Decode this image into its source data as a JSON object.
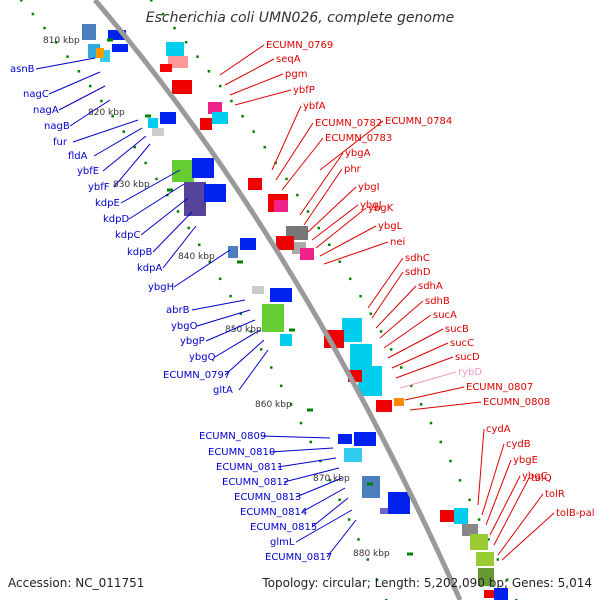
{
  "title": "Escherichia coli UMN026, complete genome",
  "footer": {
    "accession": "Accession: NC_011751",
    "summary": "Topology: circular; Length: 5,202,090 bp; Genes: 5,014"
  },
  "colors": {
    "backbone": "#9a9a9a",
    "left_label": "#0000cc",
    "right_label": "#dd0000",
    "pseudo_label": "#ee99bb",
    "kbp_tick": "#008000"
  },
  "scale_labels": [
    "810 kbp",
    "820 kbp",
    "830 kbp",
    "840 kbp",
    "850 kbp",
    "860 kbp",
    "870 kbp",
    "880 kbp"
  ],
  "left_genes": [
    "asnB",
    "nagC",
    "nagA",
    "nagB",
    "fur",
    "fldA",
    "ybfE",
    "ybfF",
    "kdpE",
    "kdpD",
    "kdpC",
    "kdpB",
    "kdpA",
    "ybgH",
    "abrB",
    "ybgO",
    "ybgP",
    "ybgQ",
    "ECUMN_0797",
    "gltA",
    "ECUMN_0809",
    "ECUMN_0810",
    "ECUMN_0811",
    "ECUMN_0812",
    "ECUMN_0813",
    "ECUMN_0814",
    "ECUMN_0815",
    "glmL",
    "ECUMN_0817"
  ],
  "right_genes": [
    "ECUMN_0769",
    "seqA",
    "pgm",
    "ybfP",
    "ybfA",
    "ECUMN_0782",
    "ECUMN_0784",
    "ECUMN_0783",
    "ybgA",
    "phr",
    "ybgI",
    "ybgJ",
    "ybgK",
    "ybgL",
    "nei",
    "sdhC",
    "sdhD",
    "sdhA",
    "sdhB",
    "sucA",
    "sucB",
    "sucC",
    "sucD",
    "rybD",
    "ECUMN_0807",
    "ECUMN_0808",
    "cydA",
    "cydB",
    "ybgE",
    "ybgC",
    "tolQ",
    "tolR",
    "tolB-pal"
  ]
}
